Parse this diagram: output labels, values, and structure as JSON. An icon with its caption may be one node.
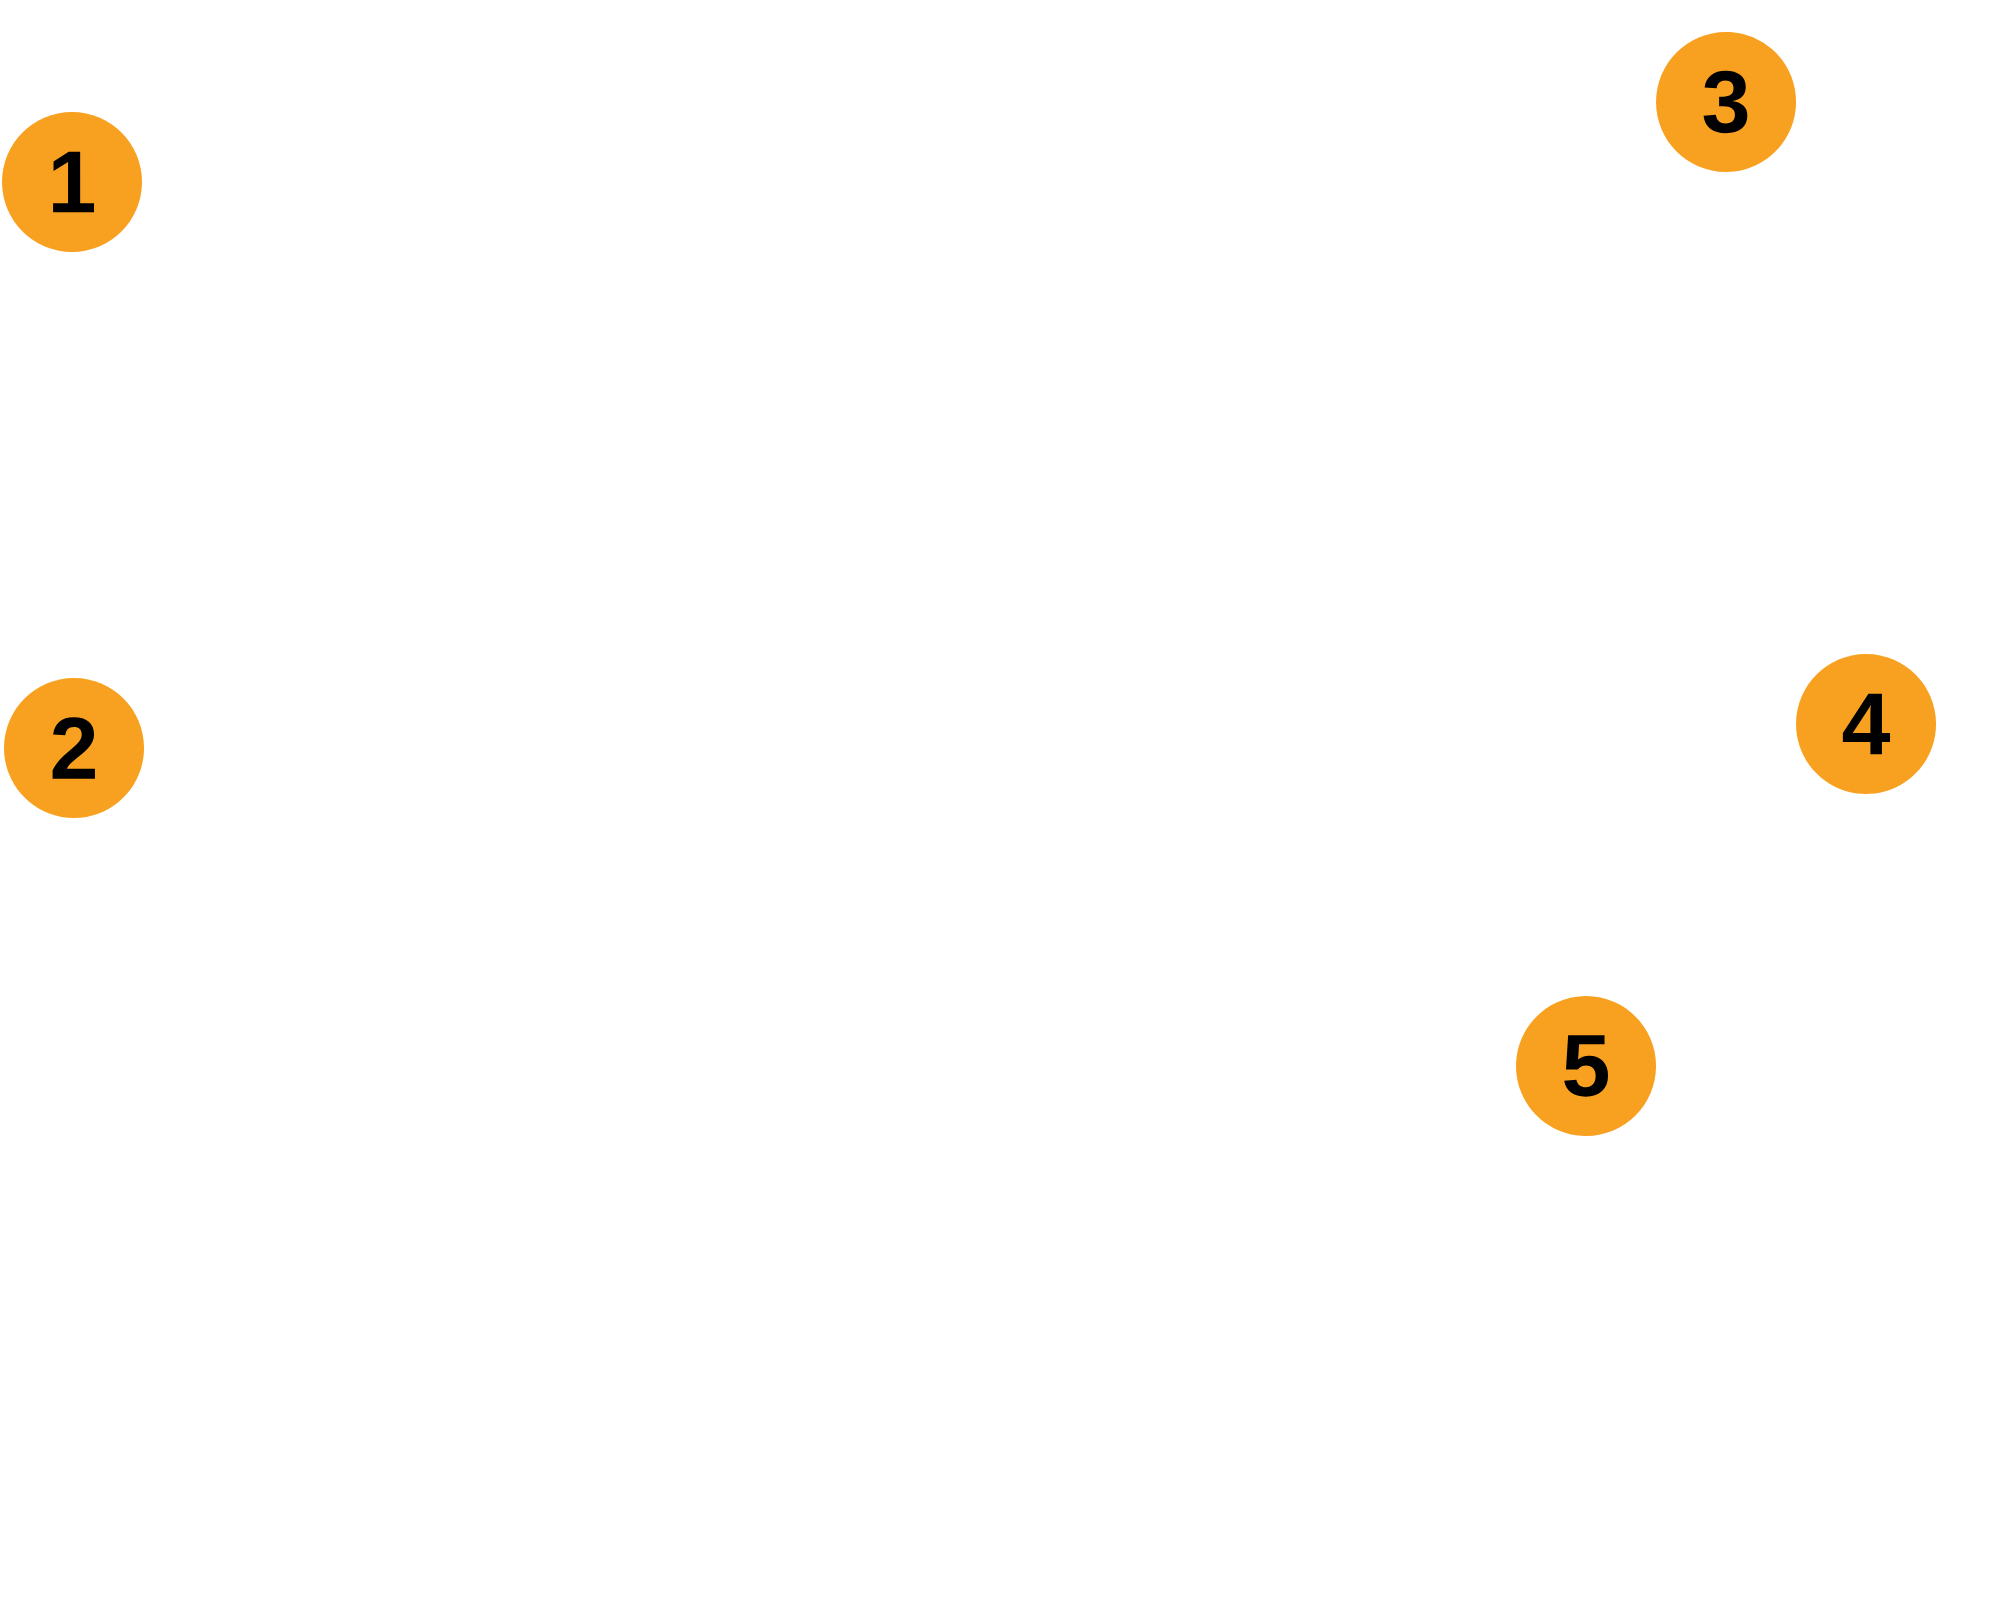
{
  "diagram": {
    "nodes": [
      {
        "text": [
          "1"
        ]
      },
      {
        "text": [
          "3"
        ]
      },
      {
        "text": [
          "2"
        ]
      },
      {
        "text": [
          "4"
        ]
      },
      {
        "text": [
          "5"
        ]
      }
    ]
  }
}
